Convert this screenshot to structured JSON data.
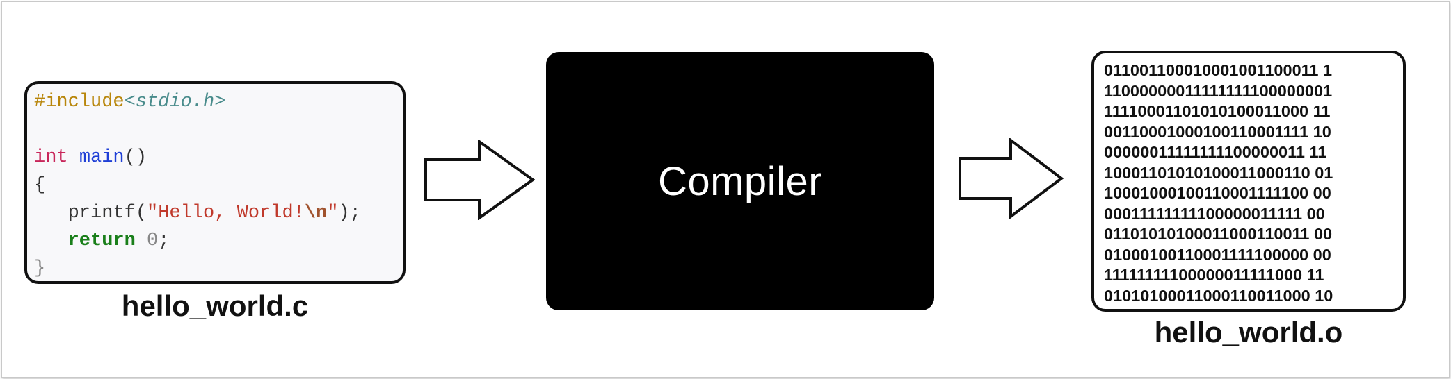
{
  "source": {
    "filename": "hello_world.c",
    "code": {
      "include_directive": "#include",
      "include_target": "<stdio.h>",
      "type": "int",
      "function_name": "main",
      "function_parens": "()",
      "open_brace": "{",
      "printf_call": "printf(",
      "string_text": "\"Hello, World!",
      "escape": "\\n",
      "string_close": "\"",
      "printf_end": ");",
      "return_keyword": "return",
      "return_value": "0",
      "return_end": ";",
      "close_brace": "}"
    }
  },
  "compiler": {
    "label": "Compiler"
  },
  "object": {
    "filename": "hello_world.o",
    "binary_lines": [
      "011001100010001001100011 1",
      "11000000011111111100000001",
      "11110001101010100011000 11",
      "00110001000100110001111 10",
      "00000011111111100000011 11",
      "10001101010100011000110 01",
      "10001000100110001111100 00",
      "00011111111100000011111 00",
      "01101010100011000110011 00",
      "01000100110001111100000 00",
      "11111111100000011111000 11",
      "01010100011000110011000 10"
    ]
  },
  "colors": {
    "code_background": "#f8f8fa",
    "compiler_background": "#000000",
    "compiler_text": "#ffffff"
  }
}
